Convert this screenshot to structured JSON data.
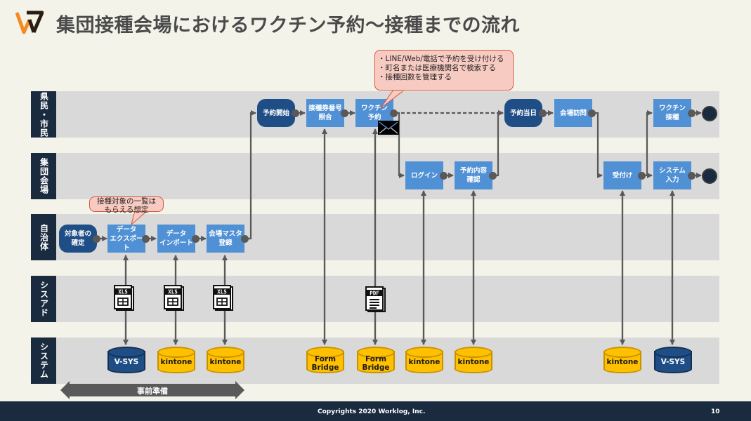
{
  "title": "集団接種会場におけるワクチン予約〜接種までの流れ",
  "lanes": [
    {
      "id": "citizen",
      "label": "県民・市民"
    },
    {
      "id": "venue",
      "label": "集団会場"
    },
    {
      "id": "municipality",
      "label": "自治体"
    },
    {
      "id": "sysad",
      "label": "シスアド"
    },
    {
      "id": "system",
      "label": "システム"
    }
  ],
  "steps": {
    "target_confirm": "対象者の\n確定",
    "data_export": "データ\nエクスポート",
    "data_import": "データ\nインポート",
    "venue_master": "会場マスタ\n登録",
    "reservation_start": "予約開始",
    "ticket_check": "接種券番号\n照合",
    "vaccine_reserve": "ワクチン\n予約",
    "login": "ログイン",
    "confirm_reservation": "予約内容\n確認",
    "reservation_day": "予約当日",
    "venue_visit": "会場訪問",
    "reception": "受付け",
    "vaccination": "ワクチン\n接種",
    "system_input": "システム\n入力"
  },
  "databases": {
    "vsys1": "V-SYS",
    "kintone1": "kintone",
    "kintone2": "kintone",
    "formbridge1": "Form\nBridge",
    "formbridge2": "Form\nBridge",
    "kintone3": "kintone",
    "kintone4": "kintone",
    "kintone5": "kintone",
    "vsys2": "V-SYS"
  },
  "documents": {
    "xls1": "XLS",
    "xls2": "XLS",
    "xls3": "XLS",
    "pdf1": "PDF"
  },
  "callouts": {
    "reservation_notes": "・LINE/Web/電話で予約を受け付ける\n・町名または医療機関名で検索する\n・接種回数を管理する",
    "export_note": "接種対象の一覧は\nもらえる想定"
  },
  "range_label": "事前準備",
  "footer": {
    "copyright": "Copyrights 2020 Worklog, Inc.",
    "page": "10"
  },
  "colors": {
    "lane_label_bg": "#1a2b40",
    "lane_bg": "#d9d9d9",
    "process_box": "#5090d5",
    "event_box": "#1f4e86",
    "kintone_db": "#ffc000",
    "vsys_db": "#1f4e86",
    "callout_bg": "#f8cbc2",
    "logo_orange": "#f5891f"
  }
}
